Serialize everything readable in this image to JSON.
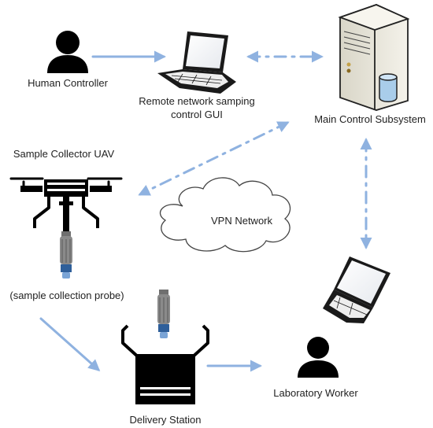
{
  "labels": {
    "human_controller": "Human Controller",
    "remote_gui_line1": "Remote network samping",
    "remote_gui_line2": "control GUI",
    "main_control": "Main Control Subsystem",
    "sample_collector": "Sample Collector UAV",
    "vpn": "VPN Network",
    "probe": "(sample collection probe)",
    "delivery_station": "Delivery Station",
    "lab_worker": "Laboratory Worker"
  },
  "colors": {
    "arrow": "#8fb2e0",
    "icon": "#000000",
    "cloud_stroke": "#444444",
    "probe_gray": "#8a8a8a",
    "probe_blue": "#2f5f9a",
    "server_body": "#e8e6dc",
    "database_blue": "#a9cdea"
  },
  "icons": [
    "human-controller-icon",
    "laptop-icon",
    "server-icon",
    "database-icon",
    "drone-icon",
    "probe-icon",
    "cloud-icon",
    "delivery-station-icon",
    "laboratory-worker-icon"
  ]
}
